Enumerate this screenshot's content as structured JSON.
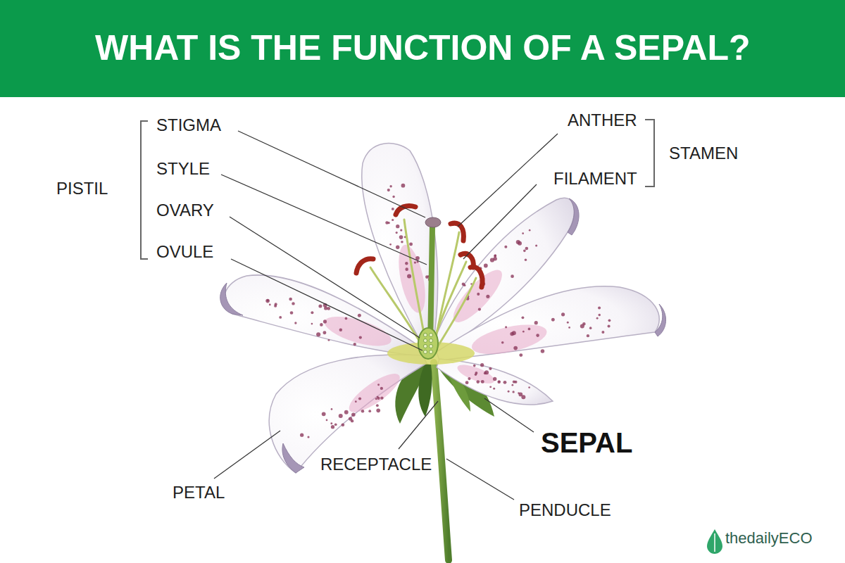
{
  "diagram": {
    "title": "WHAT IS THE FUNCTION OF A SEPAL?",
    "labels": [
      "PISTIL",
      "STIGMA",
      "STYLE",
      "OVARY",
      "OVULE",
      "ANTHER",
      "FILAMENT",
      "STAMEN",
      "SEPAL",
      "PETAL",
      "RECEPTACLE",
      "PENDUCLE",
      "thedailyECO"
    ]
  }
}
